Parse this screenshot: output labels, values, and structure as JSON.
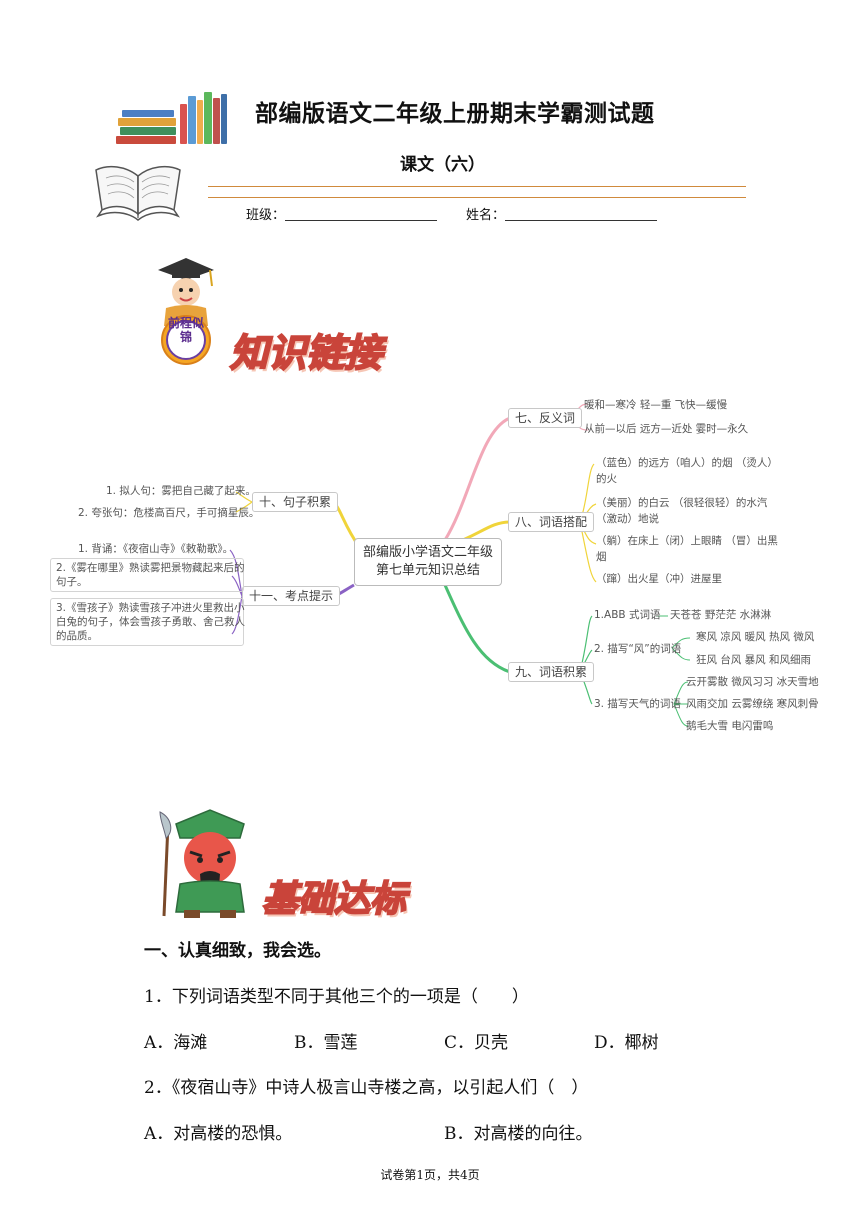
{
  "header": {
    "title": "部编版语文二年级上册期末学霸测试题",
    "subtitle": "课文（六）",
    "class_label": "班级：",
    "name_label": "姓名："
  },
  "banners": {
    "knowledge_badge": "前程似锦",
    "knowledge": "知识链接",
    "basic": "基础达标"
  },
  "mindmap": {
    "center_line1": "部编版小学语文二年级",
    "center_line2": "第七单元知识总结",
    "branch7": {
      "label": "七、反义词",
      "items": [
        "暖和—寒冷 轻—重 飞快—缓慢",
        "从前—以后 远方—近处 霎时—永久"
      ]
    },
    "branch8": {
      "label": "八、词语搭配",
      "items": [
        "（蓝色）的远方（咱人）的烟 （烫人）",
        "的火",
        "（美丽）的白云 （很轻很轻）的水汽",
        "（激动）地说",
        "（躺）在床上（闭）上眼睛 （冒）出黑",
        "烟",
        "（蹿）出火星（冲）进屋里"
      ]
    },
    "branch9": {
      "label": "九、词语积累",
      "sub1": {
        "label": "1.ABB 式词语",
        "text": "天苍苍 野茫茫 水淋淋"
      },
      "sub2": {
        "label": "2. 描写“风”的词语",
        "lines": [
          "寒风 凉风 暖风 热风 微风",
          "狂风 台风 暴风 和风细雨"
        ]
      },
      "sub3": {
        "label": "3. 描写天气的词语",
        "lines": [
          "云开雾散 微风习习 冰天雪地",
          "风雨交加 云雾缭绕 寒风刺骨",
          "鹅毛大雪 电闪雷鸣"
        ]
      }
    },
    "branch10": {
      "label": "十、句子积累",
      "items": [
        "1. 拟人句：雾把自己藏了起来。",
        "2. 夸张句：危楼高百尺，手可摘星辰。"
      ]
    },
    "branch11": {
      "label": "十一、考点提示",
      "items": [
        "1. 背诵：《夜宿山寺》《敕勒歌》。",
        "2.《雾在哪里》熟读雾把景物藏起来后的",
        "句子。",
        "3.《雪孩子》熟读雪孩子冲进火里救出小",
        "白兔的句子，体会雪孩子勇敢、舍己救人",
        "的品质。"
      ]
    }
  },
  "questions": {
    "section1": "一、认真细致，我会选。",
    "q1": "1．下列词语类型不同于其他三个的一项是（　　）",
    "q1_options": [
      "A．海滩",
      "B．雪莲",
      "C．贝壳",
      "D．椰树"
    ],
    "q2": "2．《夜宿山寺》中诗人极言山寺楼之高，以引起人们（　）",
    "q2_options": [
      "A．对高楼的恐惧。",
      "B．对高楼的向往。"
    ]
  },
  "footer": "试卷第1页，共4页",
  "colors": {
    "header_line": "#d08a3c",
    "banner_red": "#e7675b",
    "branch_pink": "#f2a8b8",
    "branch_yellow": "#f0d43a",
    "branch_green": "#4bbf73",
    "branch_purple": "#8a62c4"
  }
}
